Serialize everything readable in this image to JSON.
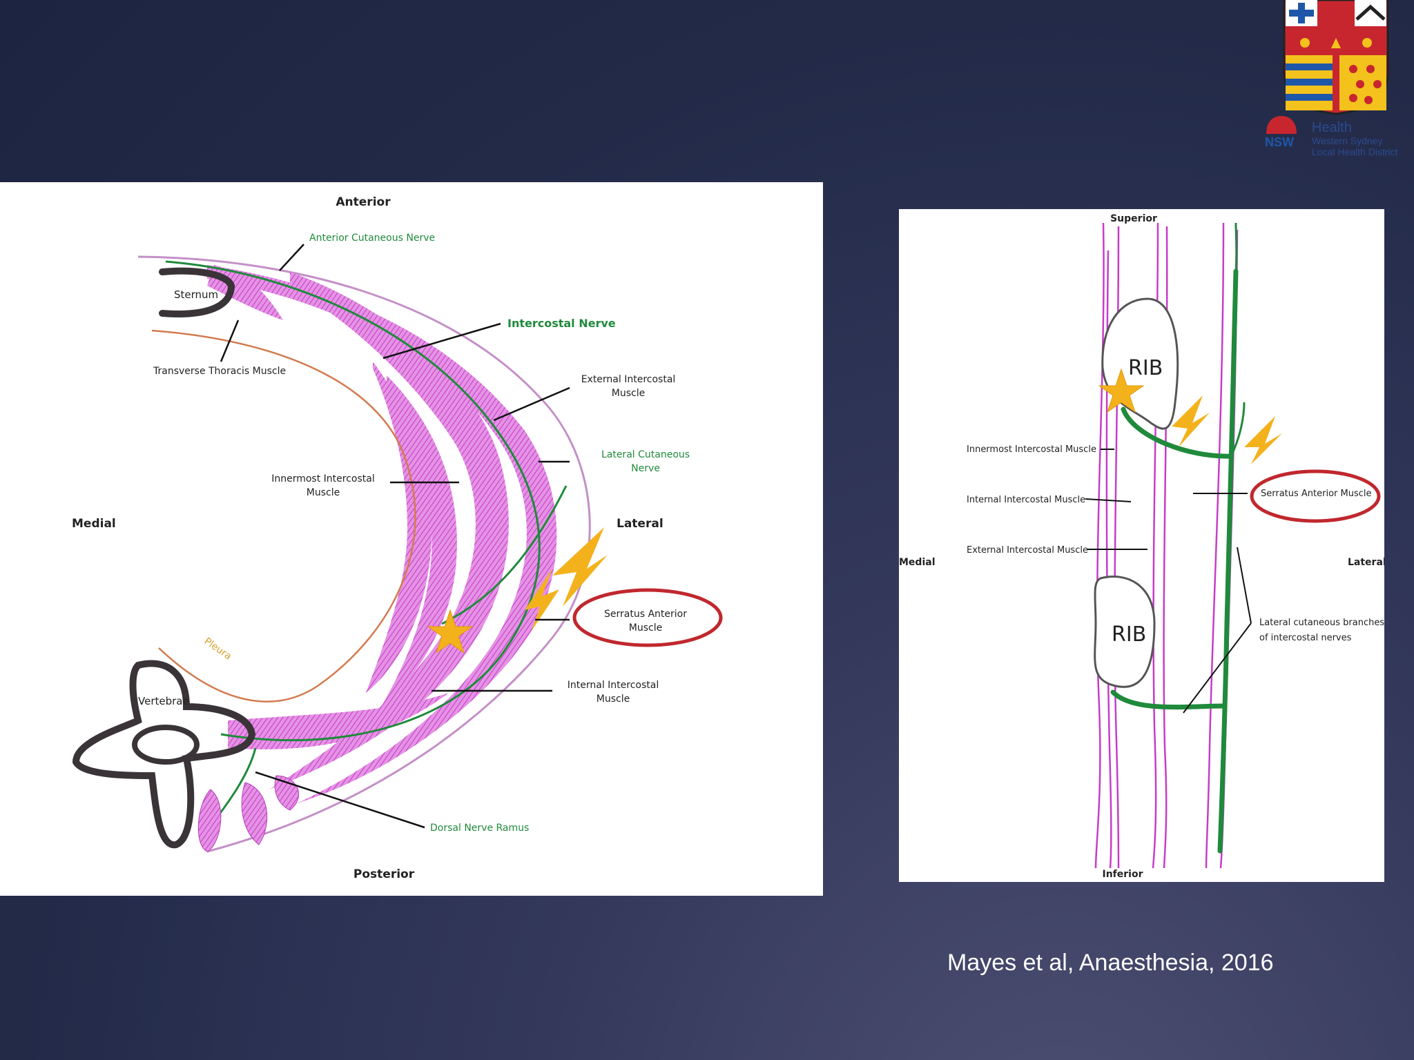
{
  "left_diagram": {
    "orientation": {
      "top": "Anterior",
      "bottom": "Posterior",
      "left": "Medial",
      "right": "Lateral"
    },
    "labels": {
      "anterior_cutaneous_nerve": "Anterior Cutaneous Nerve",
      "sternum": "Sternum",
      "intercostal_nerve": "Intercostal Nerve",
      "transverse_thoracis": "Transverse Thoracis Muscle",
      "external_intercostal_1": "External Intercostal",
      "external_intercostal_2": "Muscle",
      "lateral_cutaneous_1": "Lateral Cutaneous",
      "lateral_cutaneous_2": "Nerve",
      "innermost_intercostal_1": "Innermost Intercostal",
      "innermost_intercostal_2": "Muscle",
      "serratus_anterior_1": "Serratus Anterior",
      "serratus_anterior_2": "Muscle",
      "pleura": "Pleura",
      "vertebrae": "Vertebrae",
      "internal_intercostal_1": "Internal Intercostal",
      "internal_intercostal_2": "Muscle",
      "dorsal_nerve_ramus": "Dorsal Nerve Ramus"
    }
  },
  "right_diagram": {
    "orientation": {
      "top": "Superior",
      "bottom": "Inferior",
      "left": "Medial",
      "right": "Lateral"
    },
    "labels": {
      "rib_upper": "RIB",
      "rib_lower": "RIB",
      "innermost_intercostal": "Innermost Intercostal Muscle",
      "internal_intercostal": "Internal Intercostal Muscle",
      "external_intercostal": "External Intercostal Muscle",
      "serratus_anterior": "Serratus  Anterior Muscle",
      "lateral_cutaneous_1": "Lateral  cutaneous  branches",
      "lateral_cutaneous_2": "of intercostal nerves"
    }
  },
  "citation": "Mayes et al, Anaesthesia, 2016",
  "logo": {
    "name": "NSW Health crest",
    "text_1": "Health",
    "text_2": "Western Sydney",
    "text_3": "Local Health District",
    "nsw": "NSW"
  },
  "colors": {
    "muscle": "#d15ad3",
    "nerve": "#1f8a3b",
    "pleura": "#d27b4f",
    "highlight": "#c0282e",
    "bolt": "#f3b21c",
    "bone": "#3a3438"
  }
}
